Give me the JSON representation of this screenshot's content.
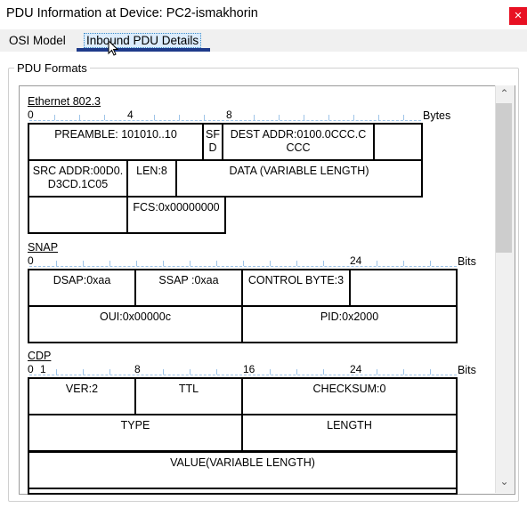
{
  "window": {
    "title": "PDU Information at Device: PC2-ismakhorin",
    "close_glyph": "×"
  },
  "tabs": [
    {
      "label": "OSI Model"
    },
    {
      "label": "Inbound PDU Details"
    }
  ],
  "group_label": "PDU Formats",
  "scroll": {
    "up": "⌃",
    "down": "⌄"
  },
  "ethernet": {
    "title": "Ethernet 802.3",
    "ruler": [
      "0",
      "4",
      "8"
    ],
    "unit": "Bytes",
    "cells": {
      "preamble": "PREAMBLE: 101010..10",
      "sfd": "SF D",
      "dest": "DEST ADDR:0100.0CCC.C CCC",
      "src": "SRC ADDR:00D0. D3CD.1C05",
      "len": "LEN:8",
      "data": "DATA (VARIABLE LENGTH)",
      "fcs": "FCS:0x00000000"
    }
  },
  "snap": {
    "title": "SNAP",
    "ruler": [
      "0",
      "24"
    ],
    "unit": "Bits",
    "cells": {
      "dsap": "DSAP:0xaa",
      "ssap": "SSAP :0xaa",
      "control": "CONTROL BYTE:3",
      "oui": "OUI:0x00000c",
      "pid": "PID:0x2000"
    }
  },
  "cdp": {
    "title": "CDP",
    "ruler": [
      "0",
      "1",
      "8",
      "16",
      "24"
    ],
    "unit": "Bits",
    "cells": {
      "ver": "VER:2",
      "ttl": "TTL",
      "checksum": "CHECKSUM:0",
      "type": "TYPE",
      "length": "LENGTH",
      "value": "VALUE(VARIABLE LENGTH)"
    }
  }
}
